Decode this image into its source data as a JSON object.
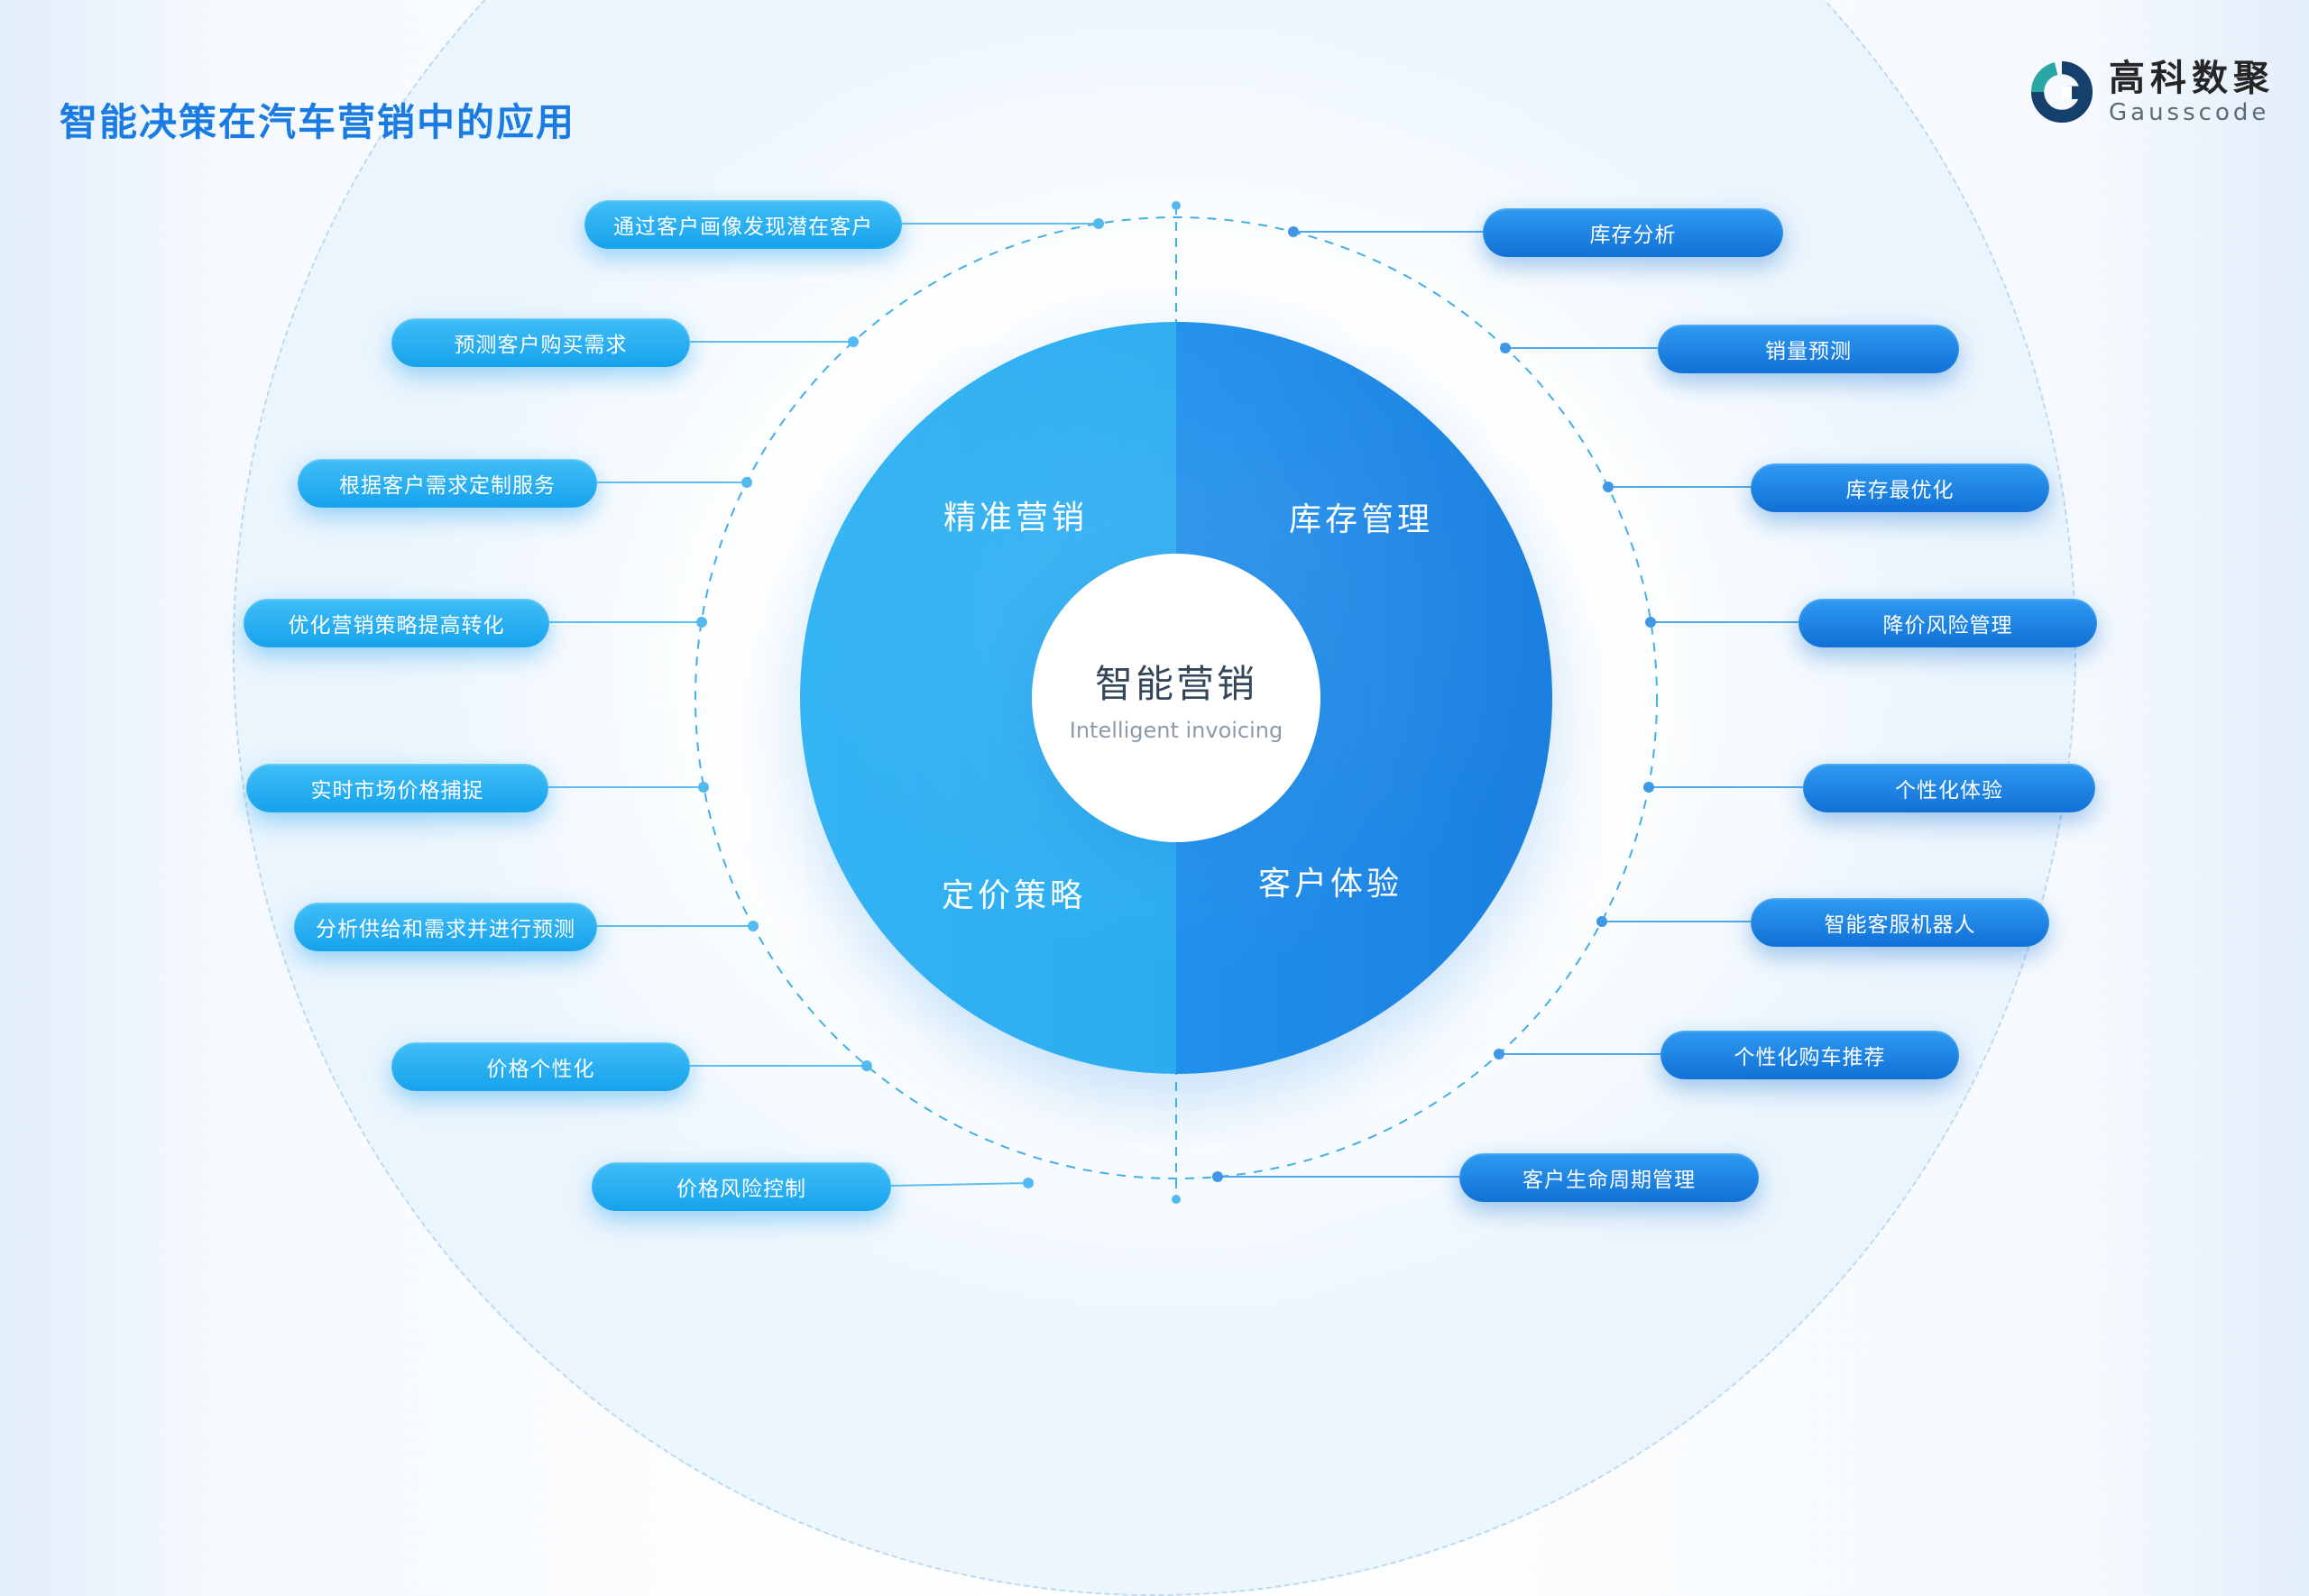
{
  "header": {
    "title": "智能决策在汽车营销中的应用",
    "logo": {
      "name": "高科数聚",
      "subtitle": "Gausscode"
    }
  },
  "center": {
    "title": "智能营销",
    "subtitle": "Intelligent invoicing"
  },
  "quadrants": [
    {
      "id": "precision-marketing",
      "label": "精准营销"
    },
    {
      "id": "inventory-management",
      "label": "库存管理"
    },
    {
      "id": "pricing-strategy",
      "label": "定价策略"
    },
    {
      "id": "customer-experience",
      "label": "客户体验"
    }
  ],
  "pills": {
    "left": [
      {
        "label": "通过客户画像发现潜在客户"
      },
      {
        "label": "预测客户购买需求"
      },
      {
        "label": "根据客户需求定制服务"
      },
      {
        "label": "优化营销策略提高转化"
      },
      {
        "label": "实时市场价格捕捉"
      },
      {
        "label": "分析供给和需求并进行预测"
      },
      {
        "label": "价格个性化"
      },
      {
        "label": "价格风险控制"
      }
    ],
    "right": [
      {
        "label": "库存分析"
      },
      {
        "label": "销量预测"
      },
      {
        "label": "库存最优化"
      },
      {
        "label": "降价风险管理"
      },
      {
        "label": "个性化体验"
      },
      {
        "label": "智能客服机器人"
      },
      {
        "label": "个性化购车推荐"
      },
      {
        "label": "客户生命周期管理"
      }
    ]
  },
  "colors": {
    "accent_left": "#2aacf0",
    "accent_right": "#1b7fdf",
    "title": "#1a7ce2",
    "dashed_line": "#44aee6"
  }
}
